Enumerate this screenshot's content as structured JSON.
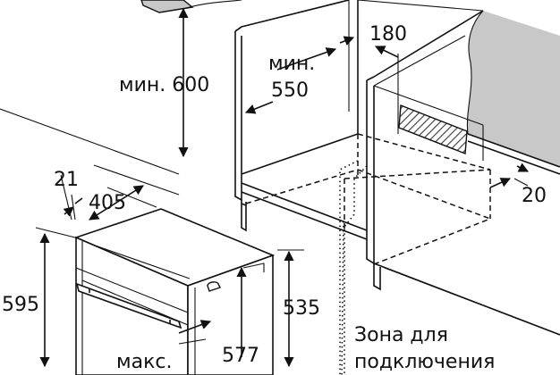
{
  "dimensions": {
    "min_height": "мин. 600",
    "min_label": "мин.",
    "min_width": "550",
    "gap_top": "180",
    "gap_right": "20",
    "niche_offset": "21",
    "depth": "405",
    "oven_height": "595",
    "niche_height": "535",
    "oven_depth": "577",
    "max_label": "макс."
  },
  "connection_zone": {
    "line1": "Зона для",
    "line2": "подключения"
  },
  "colors": {
    "ink": "#111111",
    "countertop_gray": "#c8c8c8",
    "hatch_gray": "#555555"
  }
}
